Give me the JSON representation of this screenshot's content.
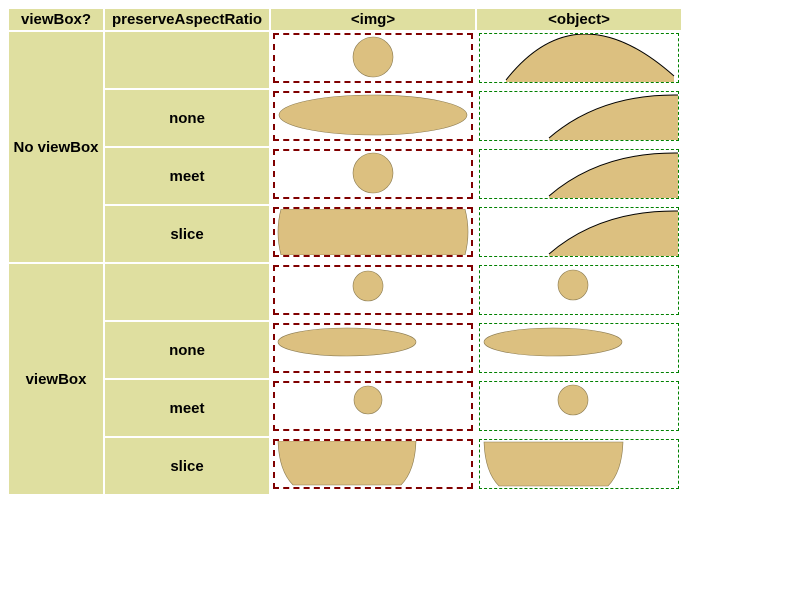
{
  "headers": {
    "viewbox": "viewBox?",
    "par": "preserveAspectRatio",
    "img": "<img>",
    "object": "<object>"
  },
  "groups": [
    {
      "label": "No viewBox"
    },
    {
      "label": "viewBox"
    }
  ],
  "rows": [
    {
      "par": "",
      "group": 0
    },
    {
      "par": "none",
      "group": 0
    },
    {
      "par": "meet",
      "group": 0
    },
    {
      "par": "slice",
      "group": 0
    },
    {
      "par": "",
      "group": 1
    },
    {
      "par": "none",
      "group": 1
    },
    {
      "par": "meet",
      "group": 1
    },
    {
      "par": "slice",
      "group": 1
    }
  ],
  "colors": {
    "header_bg": "#dfdfa0",
    "shape_fill": "#dcc080",
    "img_border": "#800000",
    "object_border": "#008000"
  }
}
